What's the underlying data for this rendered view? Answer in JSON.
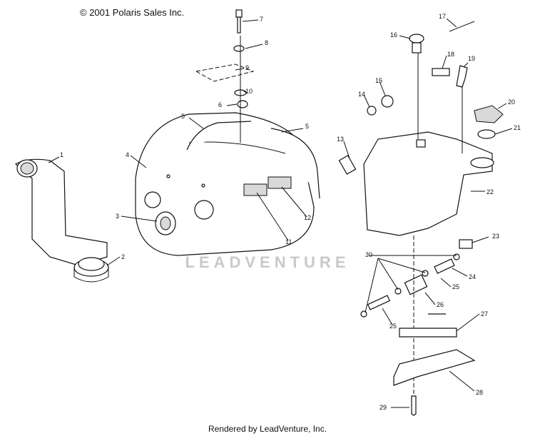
{
  "header": {
    "copyright": "© 2001 Polaris Sales Inc."
  },
  "watermark": {
    "text": "LEADVENTURE"
  },
  "footer": {
    "text": "Rendered by LeadVenture, Inc."
  },
  "callouts": {
    "c1": "1",
    "c2": "2",
    "c3": "3",
    "c4": "4",
    "c5a": "5",
    "c5b": "5",
    "c6": "6",
    "c7": "7",
    "c8": "8",
    "c9": "9",
    "c10": "10",
    "c11": "11",
    "c12": "12",
    "c13": "13",
    "c14": "14",
    "c15": "15",
    "c16": "16",
    "c17": "17",
    "c18": "18",
    "c19": "19",
    "c20": "20",
    "c21": "21",
    "c22": "22",
    "c23": "23",
    "c24": "24",
    "c25a": "25",
    "c25b": "25",
    "c26": "26",
    "c27": "27",
    "c28": "28",
    "c29": "29",
    "c30": "30"
  }
}
